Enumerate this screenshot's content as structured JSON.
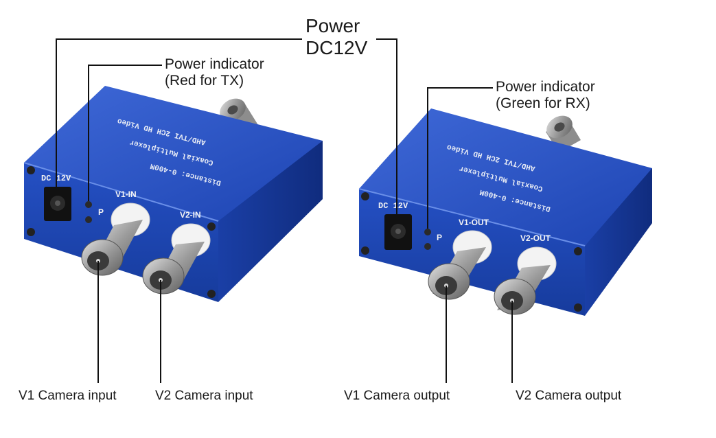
{
  "callouts": {
    "power_line1": "Power",
    "power_line2": "DC12V",
    "tx_indicator_line1": "Power indicator",
    "tx_indicator_line2": "(Red for TX)",
    "rx_indicator_line1": "Power indicator",
    "rx_indicator_line2": "(Green for RX)",
    "v1_input": "V1 Camera input",
    "v2_input": "V2 Camera input",
    "v1_output": "V1 Camera output",
    "v2_output": "V2 Camera output"
  },
  "devices": {
    "tx": {
      "label_line1": "AHD/TVI 2CH HD Video",
      "label_line2": "Coaxial Multiplexer",
      "label_line3": "Distance: 0-400M",
      "power_port_label": "DC 12V",
      "led_label": "P",
      "port1_label": "V1-IN",
      "port2_label": "V2-IN"
    },
    "rx": {
      "label_line1": "AHD/TVI 2CH HD Video",
      "label_line2": "Coaxial Multiplexer",
      "label_line3": "Distance: 0-400M",
      "power_port_label": "DC 12V",
      "led_label": "P",
      "port1_label": "V1-OUT",
      "port2_label": "V2-OUT"
    }
  },
  "colors": {
    "body_blue": "#1f47b8",
    "body_dark": "#13308a",
    "connector_metal": "#b9b9b9",
    "insulator": "#f4f4f4",
    "leader_line": "#111111"
  }
}
